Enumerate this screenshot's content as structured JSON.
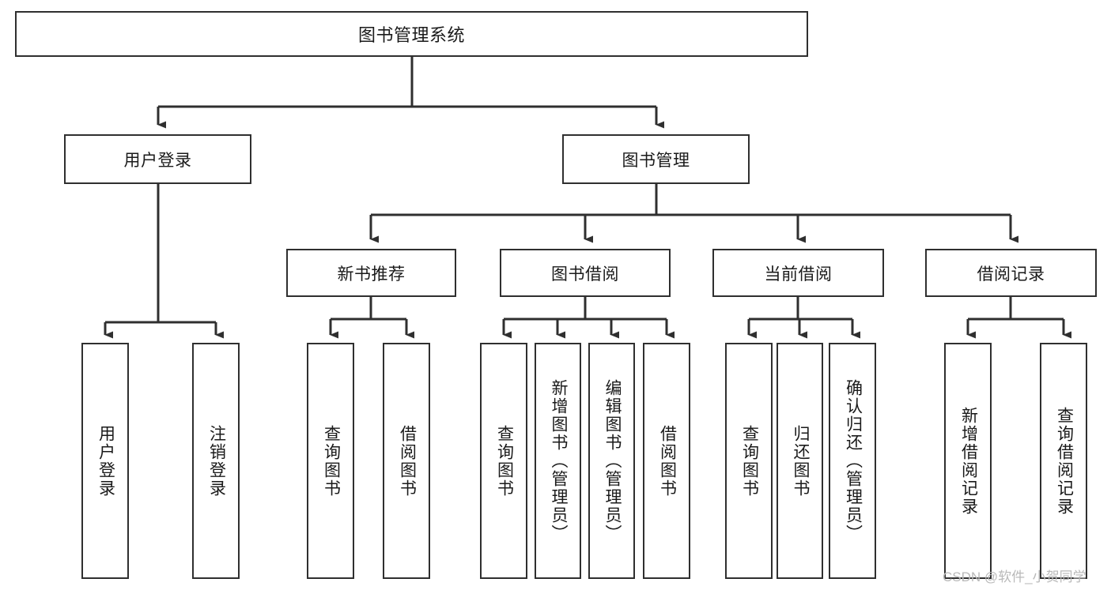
{
  "diagram": {
    "title": "图书管理系统",
    "type": "hierarchy-tree",
    "root": {
      "label": "图书管理系统"
    },
    "level1": [
      {
        "label": "用户登录"
      },
      {
        "label": "图书管理"
      }
    ],
    "level2": [
      {
        "label": "新书推荐"
      },
      {
        "label": "图书借阅"
      },
      {
        "label": "当前借阅"
      },
      {
        "label": "借阅记录"
      }
    ],
    "leaves": {
      "user_login": [
        {
          "label": "用户登录"
        },
        {
          "label": "注销登录"
        }
      ],
      "new_book_recommend": [
        {
          "label": "查询图书"
        },
        {
          "label": "借阅图书"
        }
      ],
      "book_borrow": [
        {
          "label": "查询图书"
        },
        {
          "label": "新增图书（管理员）"
        },
        {
          "label": "编辑图书（管理员）"
        },
        {
          "label": "借阅图书"
        }
      ],
      "current_borrow": [
        {
          "label": "查询图书"
        },
        {
          "label": "归还图书"
        },
        {
          "label": "确认归还（管理员）"
        }
      ],
      "borrow_record": [
        {
          "label": "新增借阅记录"
        },
        {
          "label": "查询借阅记录"
        }
      ]
    }
  },
  "watermark": {
    "text": "CSDN @软件_小贺同学"
  },
  "colors": {
    "box_border": "#2f2f2f",
    "line": "#2f2f2f",
    "text": "#1a1a1a",
    "background": "#ffffff",
    "watermark": "#b9b9b9"
  }
}
